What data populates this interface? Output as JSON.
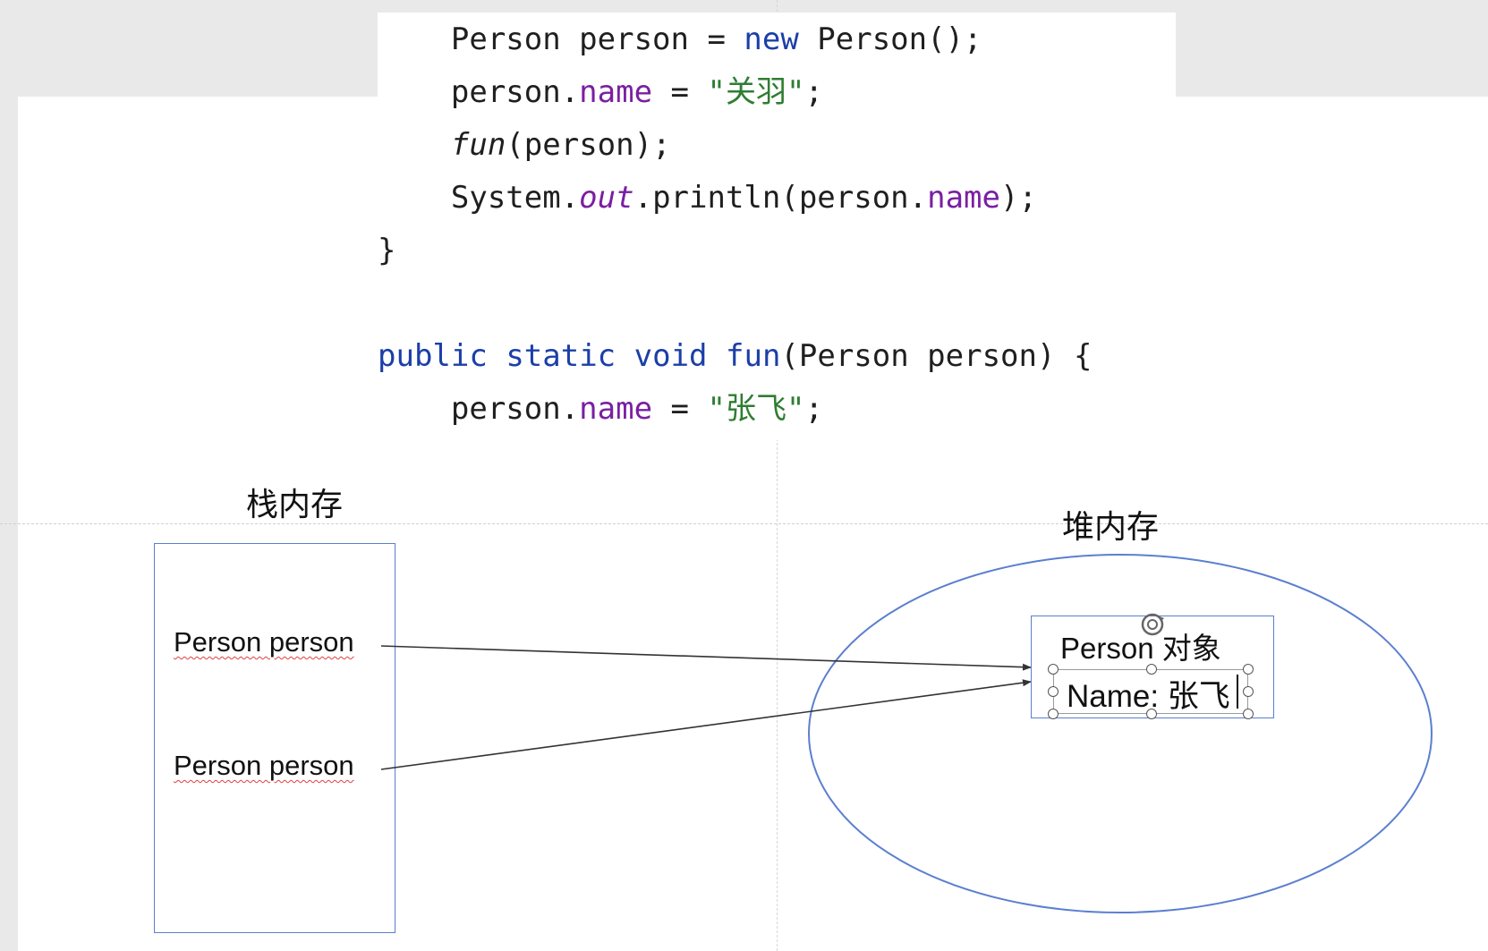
{
  "code": {
    "line1": {
      "a": "    Person person = ",
      "kw": "new",
      "b": " Person();"
    },
    "line2": {
      "a": "    person.",
      "field": "name",
      "b": " = ",
      "str": "\"关羽\"",
      "c": ";"
    },
    "line3": {
      "fn": "fun",
      "b": "(person);",
      "indent": "    "
    },
    "line4": {
      "a": "    System.",
      "out": "out",
      "b": ".println(person.",
      "field": "name",
      "c": ");"
    },
    "line5": {
      "a": "}"
    },
    "line6": {
      "kw1": "public",
      "kw2": "static",
      "kw3": "void",
      "fn": "fun",
      "b": "(Person person) {"
    },
    "line7": {
      "a": "    person.",
      "field": "name",
      "b": " = ",
      "str": "\"张飞\"",
      "c": ";"
    }
  },
  "diagram": {
    "stack_label": "栈内存",
    "heap_label": "堆内存",
    "stack_var_1": "Person person",
    "stack_var_2": "Person person",
    "object_title": "Person 对象",
    "object_field": "Name: 张飞"
  },
  "colors": {
    "keyword": "#1b3fa8",
    "field": "#7a1fa2",
    "string": "#2f7d32",
    "shape_outline": "#5b7fcf",
    "arrow": "#333333"
  }
}
